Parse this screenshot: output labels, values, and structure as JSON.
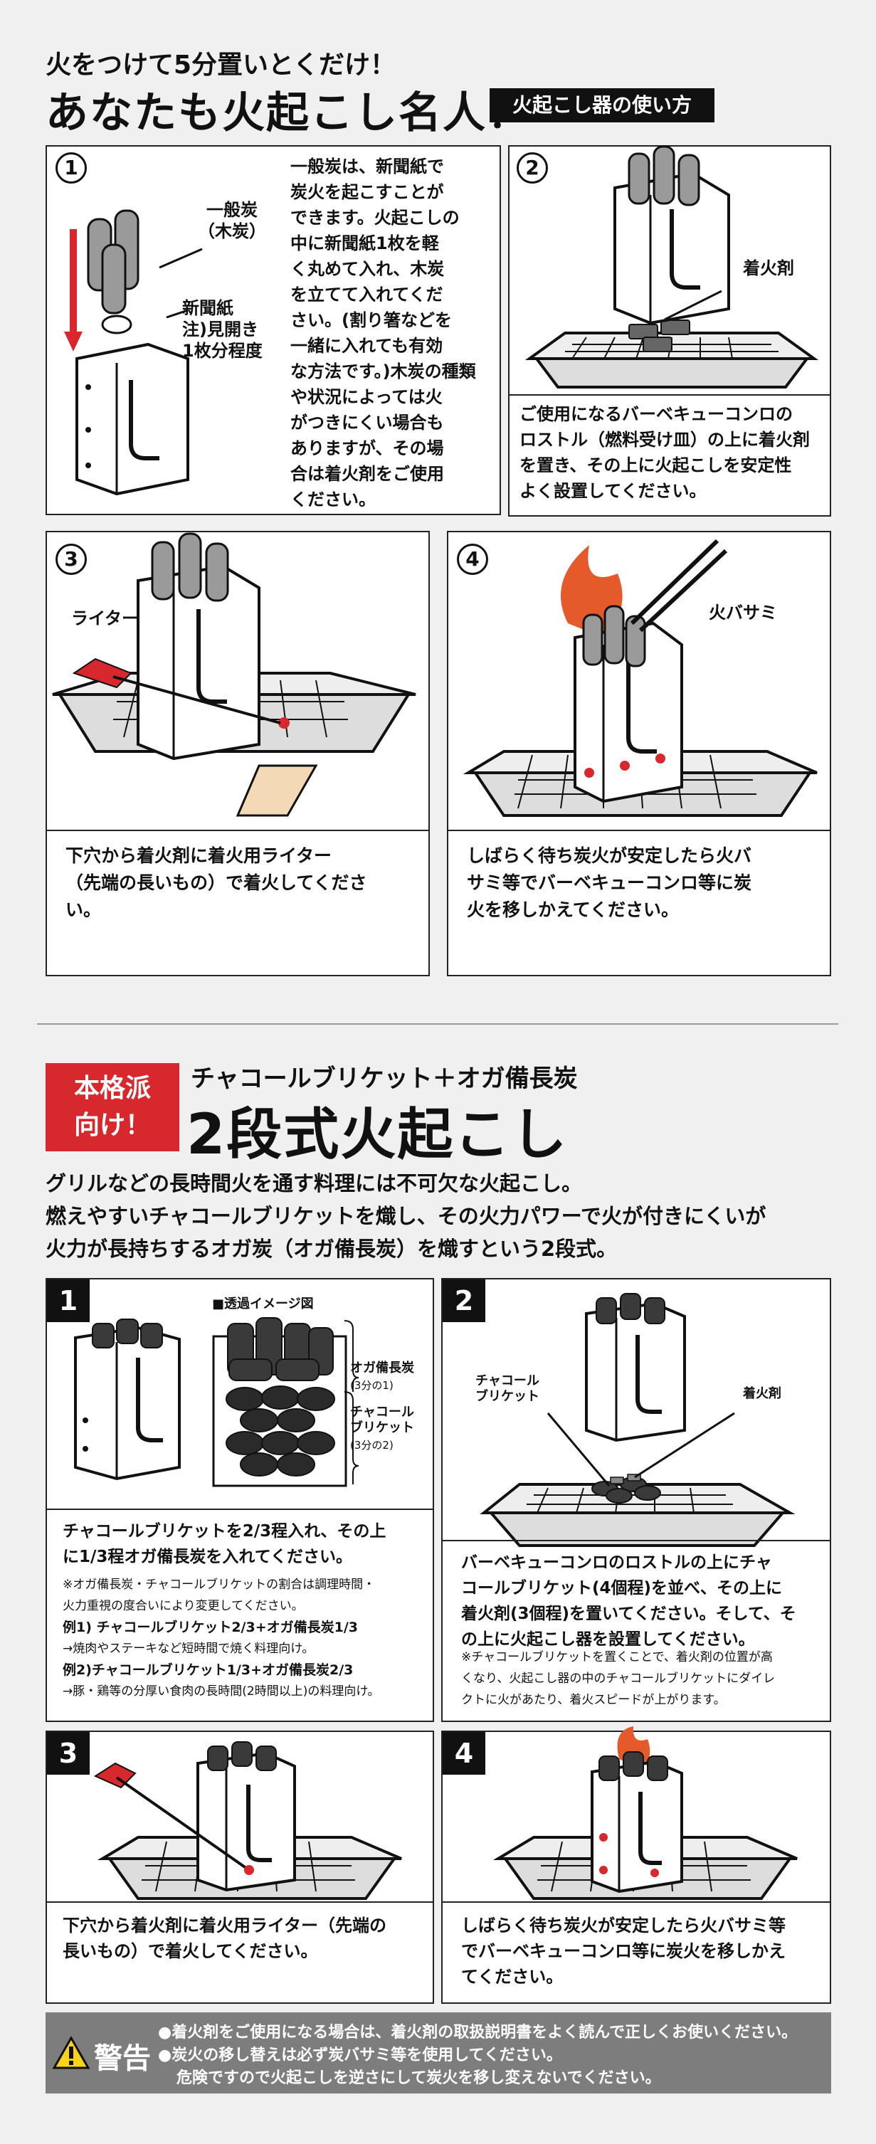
{
  "header": {
    "line1": "火をつけて5分置いとくだけ！",
    "line2": "あなたも火起こし名人！",
    "tag": "火起こし器の使い方"
  },
  "part1": {
    "step1": {
      "num": "1",
      "label_charcoal": "一般炭\n（木炭）",
      "label_paper": "新聞紙\n注)見開き\n1枚分程度",
      "text": "一般炭は、新聞紙で\n炭火を起こすことが\nできます。火起こしの\n中に新聞紙1枚を軽\nく丸めて入れ、木炭\nを立てて入れてくだ\nさい。(割り箸などを\n一緒に入れても有効\nな方法です。)木炭の種類\nや状況によっては火\nがつきにくい場合も\nありますが、その場\n合は着火剤をご使用\nください。"
    },
    "step2": {
      "num": "2",
      "label": "着火剤",
      "text": "ご使用になるバーベキューコンロの\nロストル（燃料受け皿）の上に着火剤\nを置き、その上に火起こしを安定性\nよく設置してください。"
    },
    "step3": {
      "num": "3",
      "label": "ライター",
      "text": "下穴から着火剤に着火用ライター\n（先端の長いもの）で着火してくださ\nい。"
    },
    "step4": {
      "num": "4",
      "label": "火バサミ",
      "text": "しばらく待ち炭火が安定したら火バ\nサミ等でバーベキューコンロ等に炭\n火を移しかえてください。"
    }
  },
  "part2": {
    "badge": "本格派\n向け！",
    "subtitle": "チャコールブリケット＋オガ備長炭",
    "title": "2段式火起こし",
    "intro": "グリルなどの長時間火を通す料理には不可欠な火起こし。\n燃えやすいチャコールブリケットを熾し、その火力パワーで火が付きにくいが\n火力が長持ちするオガ炭（オガ備長炭）を熾すという2段式。",
    "step1": {
      "num": "1",
      "caption": "■透過イメージ図",
      "label_oga": "オガ備長炭",
      "label_oga_sub": "(3分の1)",
      "label_bri": "チャコール\nブリケット",
      "label_bri_sub": "(3分の2)",
      "text": "チャコールブリケットを2/3程入れ、その上\nに1/3程オガ備長炭を入れてください。",
      "note1": "※オガ備長炭・チャコールブリケットの割合は調理時間・\n火力重視の度合いにより変更してください。",
      "ex1_title": "例1) チャコールブリケット2/3+オガ備長炭1/3",
      "ex1_text": "→焼肉やステーキなど短時間で焼く料理向け。",
      "ex2_title": "例2)チャコールブリケット1/3+オガ備長炭2/3",
      "ex2_text": "→豚・鶏等の分厚い食肉の長時間(2時間以上)の料理向け。"
    },
    "step2": {
      "num": "2",
      "label_bri": "チャコール\nブリケット",
      "label_fire": "着火剤",
      "text": "バーベキューコンロのロストルの上にチャ\nコールブリケット(4個程)を並べ、その上に\n着火剤(3個程)を置いてください。そして、そ\nの上に火起こし器を設置してください。",
      "note": "※チャコールブリケットを置くことで、着火剤の位置が高\nくなり、火起こし器の中のチャコールブリケットにダイレ\nクトに火があたり、着火スピードが上がります。"
    },
    "step3": {
      "num": "3",
      "text": "下穴から着火剤に着火用ライター（先端の\n長いもの）で着火してください。"
    },
    "step4": {
      "num": "4",
      "text": "しばらく待ち炭火が安定したら火バサミ等\nでバーベキューコンロ等に炭火を移しかえ\nてください。"
    }
  },
  "warning": {
    "label": "警告",
    "line1": "●着火剤をご使用になる場合は、着火剤の取扱説明書をよく読んで正しくお使いください。",
    "line2": "●炭火の移し替えは必ず炭バサミ等を使用してください。",
    "line3": "危険ですので火起こしを逆さにして炭火を移し変えないでください。"
  },
  "colors": {
    "accent_red": "#d7282e",
    "dark": "#111111",
    "grey": "#7d7d7d"
  }
}
